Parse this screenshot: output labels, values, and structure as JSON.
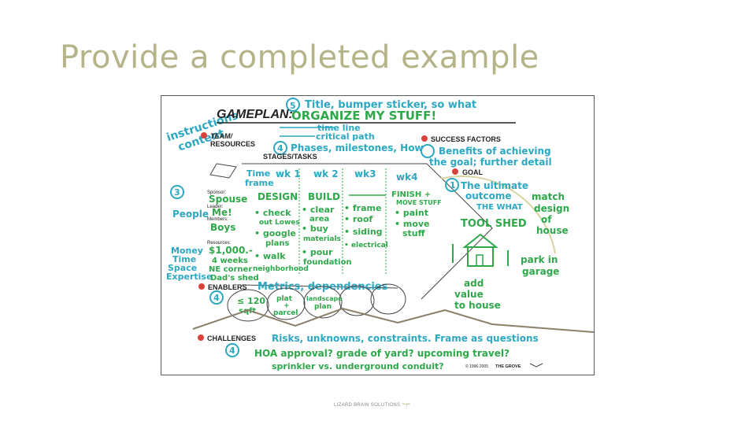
{
  "slide": {
    "title": "Provide a completed example",
    "footer": "LIZARD BRAIN SOLUTIONS"
  },
  "gameplan": {
    "top_notes": {
      "instructions": "instructions",
      "content": "content",
      "step5": "5",
      "title_note": "Title, bumper sticker, so what",
      "gameplan_label": "GAMEPLAN:",
      "gameplan_value": "ORGANIZE MY STUFF!",
      "timeline": "time line",
      "critical_path": "critical path"
    },
    "team": {
      "heading_line1": "TEAM/",
      "heading_line2": "RESOURCES",
      "number": "3",
      "people": "People",
      "sponsor_label": "Sponsor:",
      "sponsor_value": "Spouse",
      "leader_label": "Leader:",
      "leader_value": "Me!",
      "members_label": "Members:",
      "members_value": "Boys",
      "resources_label": "Resources:",
      "resources_value": "$1,000.-",
      "money": "Money",
      "time": "Time",
      "space": "Space",
      "expertise": "Expertise",
      "time_value": "4 weeks",
      "space_value": "NE corner",
      "expertise_value": "Dad's shed"
    },
    "stages": {
      "heading": "STAGES/TASKS",
      "number": "4",
      "note": "Phases, milestones, How",
      "time_frame_1": "Time",
      "time_frame_2": "frame",
      "weeks": [
        "wk 1",
        "wk 2",
        "wk3",
        "wk4"
      ],
      "phase_design": "DESIGN",
      "phase_build": "BUILD",
      "phase_finish_1": "FINISH +",
      "phase_finish_2": "MOVE STUFF",
      "design_tasks": [
        "• check",
        "out Lowes",
        "• google",
        "plans",
        "• walk",
        "neighborhood"
      ],
      "build_tasks_1": [
        "• clear",
        "area",
        "• buy",
        "materials",
        "• pour",
        "foundation"
      ],
      "build_tasks_2": [
        "• frame",
        "• roof",
        "• siding",
        "• electrical"
      ],
      "finish_tasks": [
        "• paint",
        "• move",
        "stuff"
      ]
    },
    "success": {
      "heading": "SUCCESS FACTORS",
      "note_line1": "Benefits of achieving",
      "note_line2": "the goal; further detail"
    },
    "goal": {
      "heading": "GOAL",
      "number": "1",
      "line1": "The ultimate",
      "line2": "outcome",
      "line3": "THE WHAT",
      "value": "TOOL SHED",
      "side_1": "match",
      "side_2": "design",
      "side_3": "of",
      "side_4": "house",
      "park_1": "park in",
      "park_2": "garage",
      "add_1": "add",
      "add_2": "value",
      "add_3": "to house"
    },
    "enablers": {
      "heading": "ENABLERS",
      "number": "4",
      "note": "Metrics, dependencies",
      "circle1_line1": "≤ 120",
      "circle1_line2": "sqft",
      "circle2_line1": "plat",
      "circle2_line2": "+",
      "circle2_line3": "parcel",
      "circle3_line1": "landscape",
      "circle3_line2": "plan"
    },
    "challenges": {
      "heading": "CHALLENGES",
      "number": "4",
      "note": "Risks, unknowns, constraints. Frame as questions",
      "line1": "HOA approval?   grade of yard?   upcoming travel?",
      "line2": "sprinkler vs. underground conduit?"
    },
    "copyright": "© 1996-2005",
    "brand": "THE GROVE"
  },
  "colors": {
    "title": "#b5b489",
    "marker_green": "#2ea84a",
    "marker_cyan": "#2ca8c2",
    "bullet_red": "#d9443a"
  }
}
